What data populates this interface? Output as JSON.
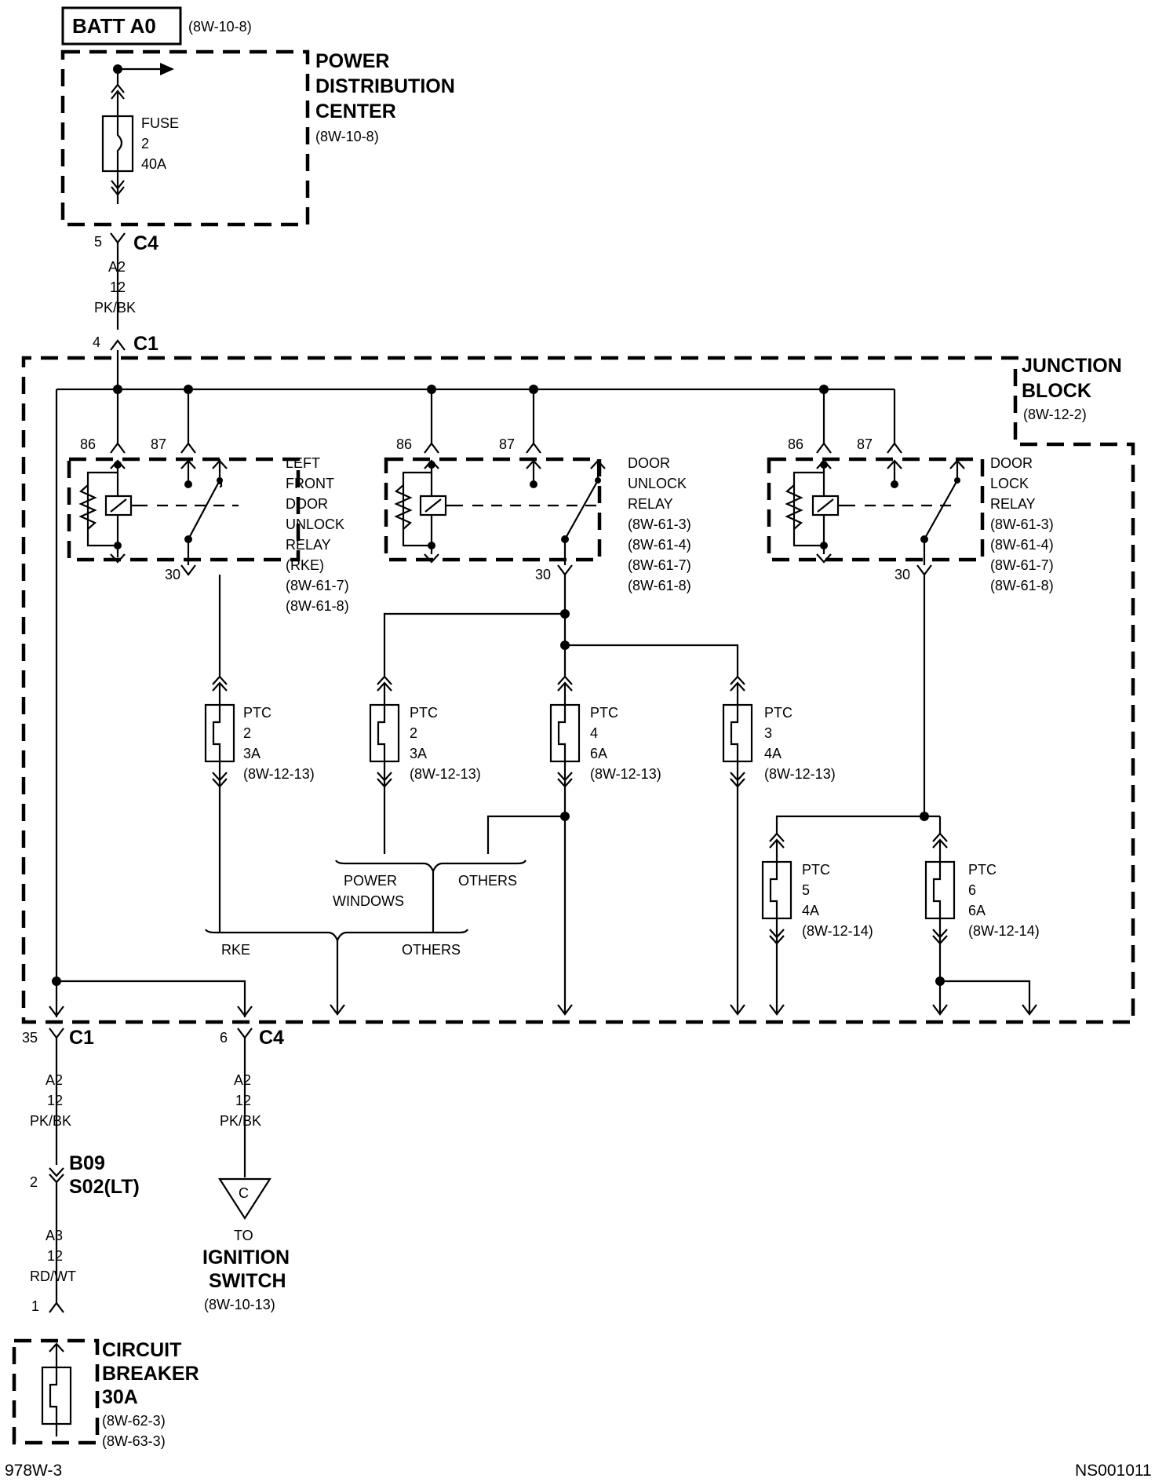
{
  "top": {
    "batt_label": "BATT A0",
    "batt_ref": "(8W-10-8)",
    "pdc": {
      "line1": "POWER",
      "line2": "DISTRIBUTION",
      "line3": "CENTER",
      "ref": "(8W-10-8)"
    },
    "fuse": {
      "name": "FUSE",
      "num": "2",
      "rating": "40A"
    },
    "c4_top": {
      "pin": "5",
      "name": "C4"
    },
    "wire_top": {
      "code": "A2",
      "gauge": "12",
      "color": "PK/BK"
    },
    "c1_top": {
      "pin": "4",
      "name": "C1"
    }
  },
  "junction": {
    "line1": "JUNCTION",
    "line2": "BLOCK",
    "ref": "(8W-12-2)"
  },
  "relays": [
    {
      "pin86": "86",
      "pin87": "87",
      "pin30": "30",
      "lines": [
        "LEFT",
        "FRONT",
        "DOOR",
        "UNLOCK",
        "RELAY",
        "(RKE)",
        "(8W-61-7)",
        "(8W-61-8)"
      ]
    },
    {
      "pin86": "86",
      "pin87": "87",
      "pin30": "30",
      "lines": [
        "DOOR",
        "UNLOCK",
        "RELAY",
        "(8W-61-3)",
        "(8W-61-4)",
        "(8W-61-7)",
        "(8W-61-8)"
      ]
    },
    {
      "pin86": "86",
      "pin87": "87",
      "pin30": "30",
      "lines": [
        "DOOR",
        "LOCK",
        "RELAY",
        "(8W-61-3)",
        "(8W-61-4)",
        "(8W-61-7)",
        "(8W-61-8)"
      ]
    }
  ],
  "ptcs": [
    {
      "name": "PTC",
      "num": "2",
      "rating": "3A",
      "ref": "(8W-12-13)"
    },
    {
      "name": "PTC",
      "num": "2",
      "rating": "3A",
      "ref": "(8W-12-13)"
    },
    {
      "name": "PTC",
      "num": "4",
      "rating": "6A",
      "ref": "(8W-12-13)"
    },
    {
      "name": "PTC",
      "num": "3",
      "rating": "4A",
      "ref": "(8W-12-13)"
    },
    {
      "name": "PTC",
      "num": "5",
      "rating": "4A",
      "ref": "(8W-12-14)"
    },
    {
      "name": "PTC",
      "num": "6",
      "rating": "6A",
      "ref": "(8W-12-14)"
    }
  ],
  "splits": {
    "power_windows_1": "POWER",
    "power_windows_2": "WINDOWS",
    "others_1": "OTHERS",
    "rke": "RKE",
    "others_2": "OTHERS"
  },
  "bottom": {
    "c1": {
      "pin": "35",
      "name": "C1"
    },
    "c4": {
      "pin": "6",
      "name": "C4"
    },
    "wire_left": {
      "code": "A2",
      "gauge": "12",
      "color": "PK/BK"
    },
    "wire_right": {
      "code": "A2",
      "gauge": "12",
      "color": "PK/BK"
    },
    "splice": {
      "pin": "2",
      "name1": "B09",
      "name2": "S02(LT)"
    },
    "wire_a3": {
      "code": "A3",
      "gauge": "12",
      "color": "RD/WT"
    },
    "cb_pin": "1",
    "cb": {
      "line1": "CIRCUIT",
      "line2": "BREAKER",
      "line3": "30A",
      "ref1": "(8W-62-3)",
      "ref2": "(8W-63-3)"
    },
    "ignition": {
      "letter": "C",
      "to": "TO",
      "line1": "IGNITION",
      "line2": "SWITCH",
      "ref": "(8W-10-13)"
    }
  },
  "footer": {
    "left": "978W-3",
    "right": "NS001011"
  }
}
